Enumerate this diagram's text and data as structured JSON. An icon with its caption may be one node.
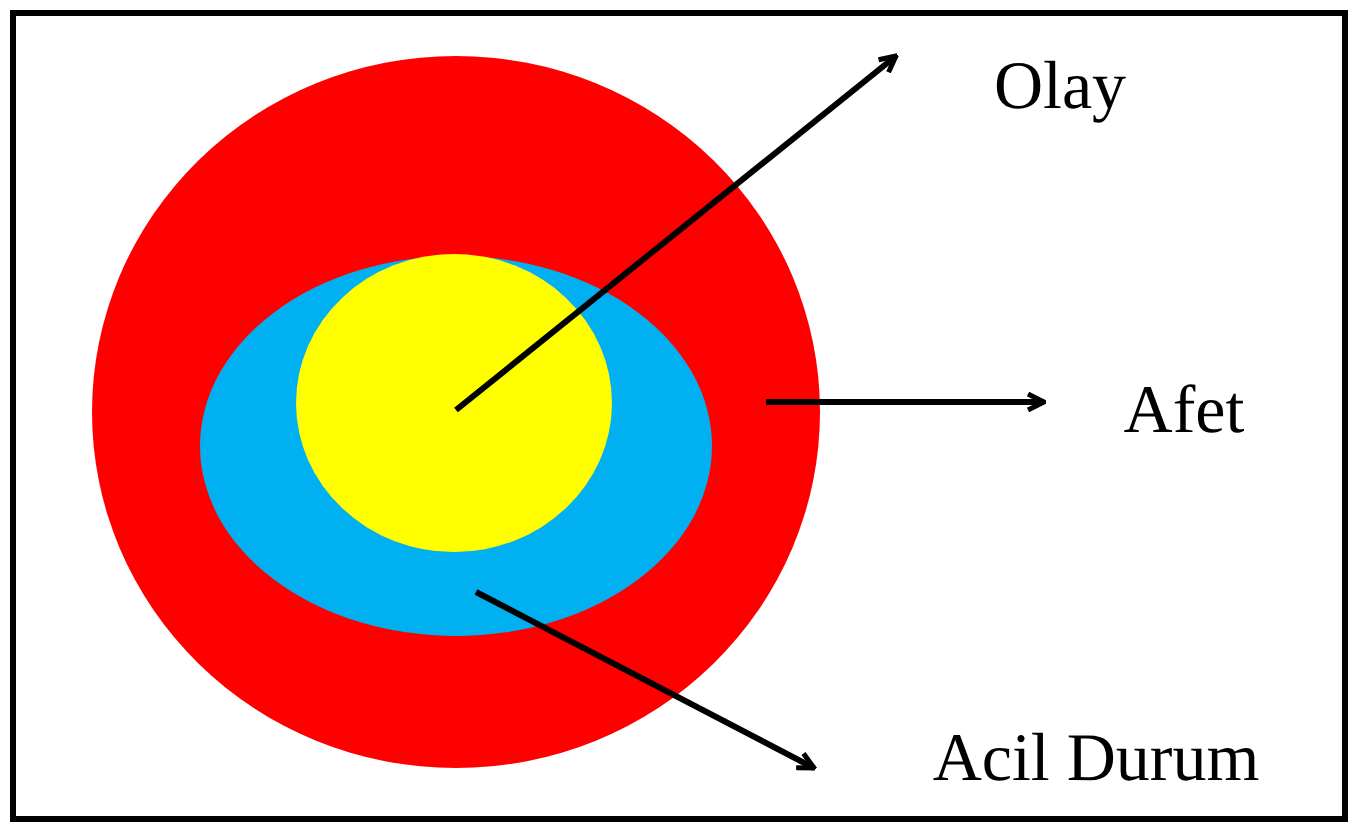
{
  "diagram": {
    "nodes": [
      {
        "text": [],
        "shape": "circle"
      },
      {
        "text": [],
        "shape": "circle",
        "in": 0
      },
      {
        "text": [],
        "shape": "circle",
        "in": 1
      },
      {
        "text": [
          "Olay"
        ]
      },
      {
        "text": [
          "Afet"
        ]
      },
      {
        "text": [
          "Acil Durum"
        ]
      }
    ],
    "edges": [
      {
        "from": 2,
        "to": 3,
        "arrow": "to"
      },
      {
        "from": 0,
        "to": 4,
        "arrow": "to"
      },
      {
        "from": 1,
        "to": 5,
        "arrow": "to"
      }
    ]
  }
}
